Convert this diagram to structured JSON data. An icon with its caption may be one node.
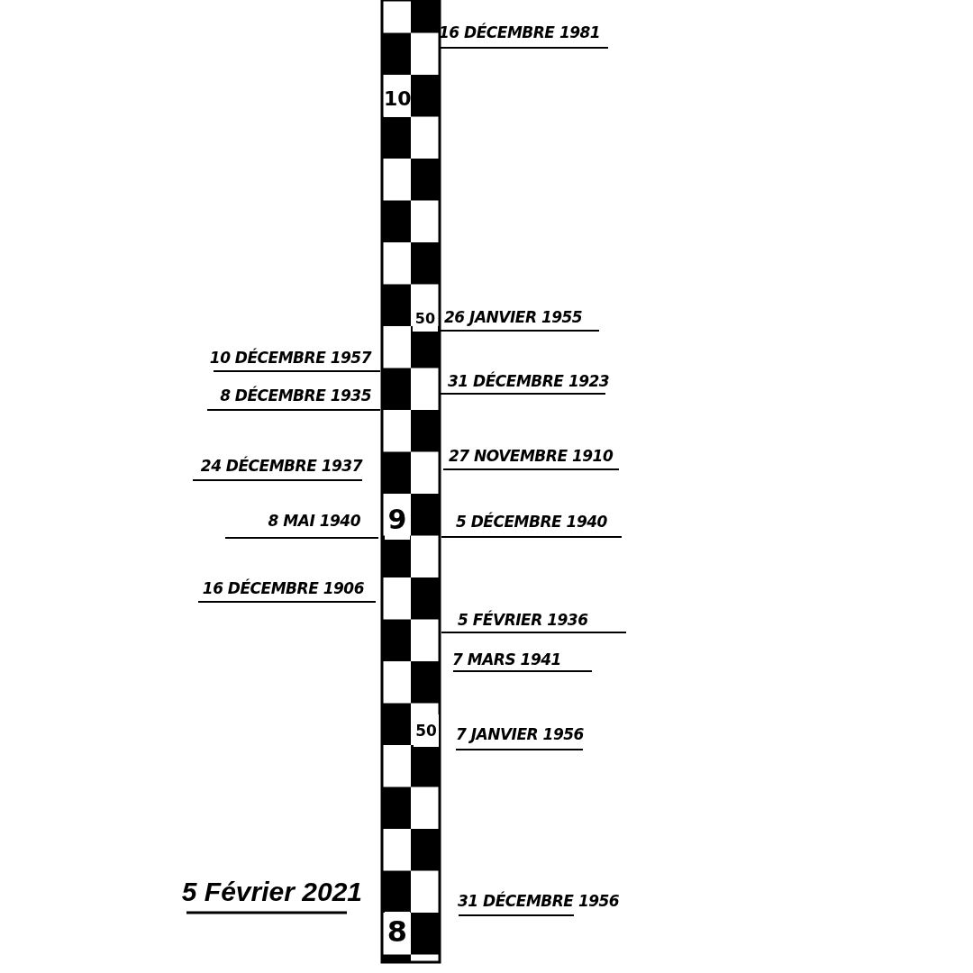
{
  "diagram": {
    "labels": [
      "16 DÉCEMBRE 1981",
      "10",
      "50",
      "26 JANVIER 1955",
      "10 DÉCEMBRE 1957",
      "31 DÉCEMBRE 1923",
      "8 DÉCEMBRE 1935",
      "27 NOVEMBRE 1910",
      "24 DÉCEMBRE 1937",
      "8 MAI 1940",
      "9",
      "5 DÉCEMBRE 1940",
      "16 DÉCEMBRE 1906",
      "5 FÉVRIER 1936",
      "7 MARS 1941",
      "50",
      "7 JANVIER 1956",
      "5 Février 2021",
      "31 DÉCEMBRE 1956",
      "8"
    ]
  }
}
